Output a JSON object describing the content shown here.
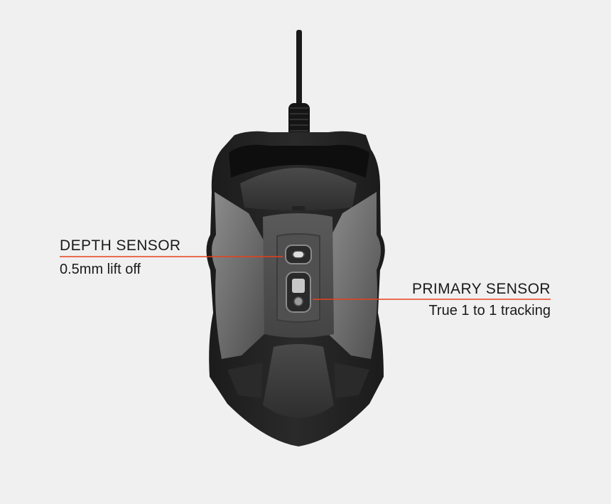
{
  "colors": {
    "background": "#f0f0f0",
    "accent_line": "#e8401c",
    "text": "#1a1a1a"
  },
  "callouts": {
    "depth": {
      "title": "DEPTH SENSOR",
      "subtitle": "0.5mm lift off"
    },
    "primary": {
      "title": "PRIMARY SENSOR",
      "subtitle": "True 1 to 1 tracking"
    }
  }
}
